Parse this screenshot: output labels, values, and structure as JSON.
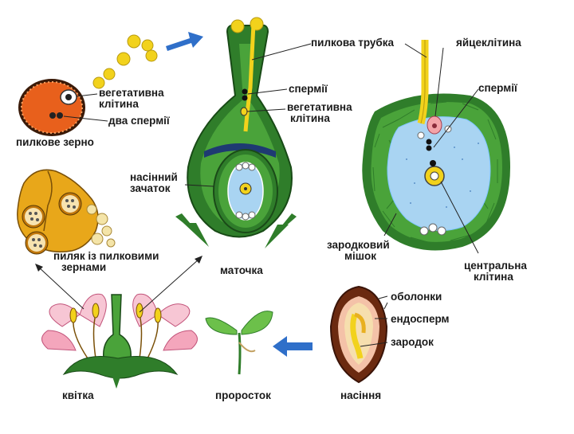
{
  "labels": {
    "pollen_grain": "пилкове зерно",
    "vegetative_cell_1": "вегетативна",
    "vegetative_cell_2": "клітина",
    "two_sperms": "два спермії",
    "pollen_tube": "пилкова трубка",
    "sperms_top": "спермії",
    "vegetative_cell_mid_1": "вегетативна",
    "vegetative_cell_mid_2": "клітина",
    "egg_cell": "яйцеклітина",
    "sperms_right": "спермії",
    "ovule_1": "насінний",
    "ovule_2": "зачаток",
    "anther_1": "пиляк із пилковими",
    "anther_2": "зернами",
    "embryo_sac_1": "зародковий",
    "embryo_sac_2": "мішок",
    "central_cell_1": "центральна",
    "central_cell_2": "клітина",
    "pistil": "маточка",
    "coats": "оболонки",
    "endosperm": "ендосперм",
    "embryo": "зародок",
    "flower": "квітка",
    "seedling": "проросток",
    "seed": "насіння"
  },
  "colors": {
    "pollen_orange": "#e8601c",
    "green_dark": "#2f7d2a",
    "green_mid": "#4aa33a",
    "green_light": "#8cd06a",
    "blue_sac": "#a9d4f2",
    "yellow": "#f2d21c",
    "arrow_blue": "#2f6fc9",
    "pink": "#f4b6c2",
    "brown": "#6b2a10"
  }
}
